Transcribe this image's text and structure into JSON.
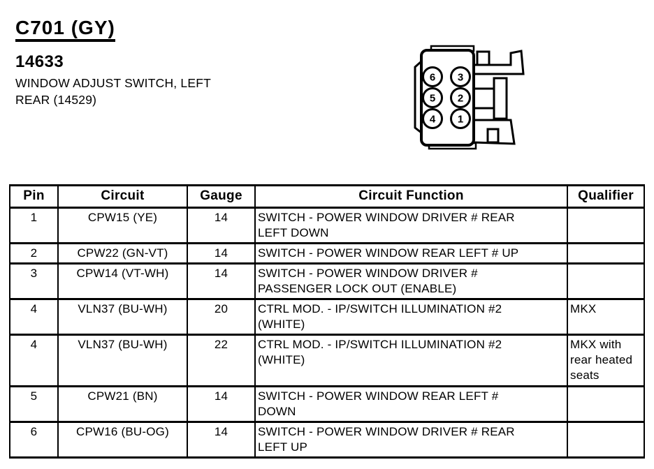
{
  "document": {
    "connector_id": "C701 (GY)",
    "part_number": "14633",
    "description_lines": [
      "WINDOW ADJUST SWITCH, LEFT",
      "REAR (14529)"
    ]
  },
  "connector": {
    "type": "6-pin connector face view",
    "pins": [
      "6",
      "3",
      "5",
      "2",
      "4",
      "1"
    ]
  },
  "table": {
    "headers": [
      "Pin",
      "Circuit",
      "Gauge",
      "Circuit Function",
      "Qualifier"
    ],
    "rows": [
      {
        "pin": "1",
        "circuit": "CPW15 (YE)",
        "gauge": "14",
        "function": "SWITCH - POWER WINDOW DRIVER # REAR LEFT DOWN",
        "function_lines": [
          "SWITCH - POWER WINDOW DRIVER # REAR",
          "LEFT DOWN"
        ],
        "qualifier": "",
        "qualifier_lines": []
      },
      {
        "pin": "2",
        "circuit": "CPW22 (GN-VT)",
        "gauge": "14",
        "function": "SWITCH - POWER WINDOW REAR LEFT # UP",
        "function_lines": [
          "SWITCH - POWER WINDOW REAR LEFT # UP"
        ],
        "qualifier": "",
        "qualifier_lines": []
      },
      {
        "pin": "3",
        "circuit": "CPW14 (VT-WH)",
        "gauge": "14",
        "function": "SWITCH - POWER WINDOW DRIVER # PASSENGER LOCK OUT (ENABLE)",
        "function_lines": [
          "SWITCH - POWER WINDOW DRIVER #",
          "PASSENGER LOCK OUT (ENABLE)"
        ],
        "qualifier": "",
        "qualifier_lines": []
      },
      {
        "pin": "4",
        "circuit": "VLN37 (BU-WH)",
        "gauge": "20",
        "function": "CTRL MOD. - IP/SWITCH ILLUMINATION #2 (WHITE)",
        "function_lines": [
          "CTRL MOD. - IP/SWITCH ILLUMINATION #2",
          "(WHITE)"
        ],
        "qualifier": "MKX",
        "qualifier_lines": [
          "MKX"
        ]
      },
      {
        "pin": "4",
        "circuit": "VLN37 (BU-WH)",
        "gauge": "22",
        "function": "CTRL MOD. - IP/SWITCH ILLUMINATION #2 (WHITE)",
        "function_lines": [
          "CTRL MOD. - IP/SWITCH ILLUMINATION #2",
          "(WHITE)"
        ],
        "qualifier": "MKX with rear heated seats",
        "qualifier_lines": [
          "MKX with",
          "rear heated",
          "seats"
        ]
      },
      {
        "pin": "5",
        "circuit": "CPW21 (BN)",
        "gauge": "14",
        "function": "SWITCH - POWER WINDOW REAR LEFT # DOWN",
        "function_lines": [
          "SWITCH - POWER WINDOW REAR LEFT #",
          "DOWN"
        ],
        "qualifier": "",
        "qualifier_lines": []
      },
      {
        "pin": "6",
        "circuit": "CPW16 (BU-OG)",
        "gauge": "14",
        "function": "SWITCH - POWER WINDOW DRIVER # REAR LEFT UP",
        "function_lines": [
          "SWITCH - POWER WINDOW DRIVER # REAR",
          "LEFT UP"
        ],
        "qualifier": "",
        "qualifier_lines": []
      }
    ]
  },
  "colors": {
    "ink": "#000000",
    "paper": "#ffffff"
  }
}
